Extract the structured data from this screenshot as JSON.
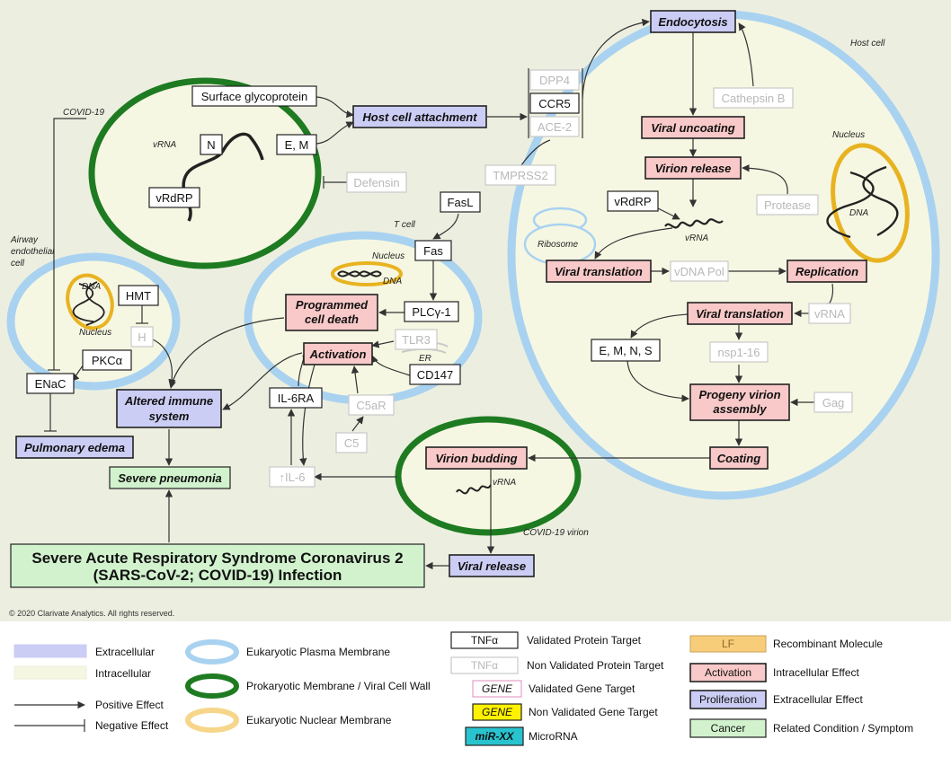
{
  "colors": {
    "bg_top": "#ecefe0",
    "cytoplasm": "#f6f7e2",
    "plasma_membrane": "#a9d2f1",
    "viral_membrane": "#1e7b21",
    "nuclear_membrane": "#e8b321",
    "extracellular_fill": "#cbcdf4",
    "intracellular_fill": "#f8c9c8",
    "condition_fill": "#d1f2cd",
    "gray_text": "#b8b8b8"
  },
  "labels": {
    "host_cell": "Host cell",
    "nucleus": "Nucleus",
    "t_cell": "T cell",
    "airway_cell": [
      "Airway",
      "endothelial",
      "cell"
    ],
    "covid19": "COVID-19",
    "covid_virion": "COVID-19 virion",
    "ribosome": "Ribosome",
    "er": "ER",
    "vrna": "vRNA",
    "dna": "DNA",
    "copyright": "© 2020 Clarivate Analytics.  All rights reserved."
  },
  "nodes": {
    "surface_glycoprotein": "Surface glycoprotein",
    "host_cell_attachment": "Host cell attachment",
    "n": "N",
    "em": "E, M",
    "vrdrp_virion": "vRdRP",
    "defensin": "Defensin",
    "dpp4": "DPP4",
    "ccr5": "CCR5",
    "ace2": "ACE-2",
    "tmprss2": "TMPRSS2",
    "endocytosis": "Endocytosis",
    "cathepsin_b": "Cathepsin B",
    "viral_uncoating": "Viral uncoating",
    "virion_release": "Virion release",
    "protease": "Protease",
    "vrdrp_host": "vRdRP",
    "viral_translation_1": "Viral translation",
    "vdna_pol": "vDNA Pol",
    "replication": "Replication",
    "viral_translation_2": "Viral translation",
    "vrna_node": "vRNA",
    "emns": "E, M, N, S",
    "nsp1_16": "nsp1-16",
    "progeny_line1": "Progeny virion",
    "progeny_line2": "assembly",
    "gag": "Gag",
    "coating": "Coating",
    "fasl": "FasL",
    "fas": "Fas",
    "plcy1": "PLCγ-1",
    "pcd_line1": "Programmed",
    "pcd_line2": "cell death",
    "tlr3": "TLR3",
    "activation": "Activation",
    "cd147": "CD147",
    "il6ra": "IL-6RA",
    "c5ar": "C5aR",
    "c5": "C5",
    "il6": "↑IL-6",
    "hmt": "HMT",
    "h": "H",
    "pkca": "PKCα",
    "enac": "ENaC",
    "ais_line1": "Altered immune",
    "ais_line2": "system",
    "pulmonary_edema": "Pulmonary edema",
    "severe_pneumonia": "Severe pneumonia",
    "virion_budding": "Virion budding",
    "viral_release": "Viral release",
    "sars_line1": "Severe Acute Respiratory Syndrome Coronavirus 2",
    "sars_line2": "(SARS-CoV-2; COVID-19) Infection"
  },
  "legend": {
    "extracellular": "Extracellular",
    "intracellular": "Intracellular",
    "positive_effect": "Positive Effect",
    "negative_effect": "Negative Effect",
    "eukaryotic_plasma": "Eukaryotic Plasma Membrane",
    "prokaryotic": "Prokaryotic Membrane  / Viral Cell Wall",
    "eukaryotic_nuclear": "Eukaryotic Nuclear Membrane",
    "sample_tnf": "TNFα",
    "validated_protein": "Validated  Protein Target",
    "sample_tnf_gray": "TNFα",
    "non_validated_protein": "Non Validated Protein Target",
    "sample_gene": "GENE",
    "validated_gene": "Validated  Gene Target",
    "sample_gene_yellow": "GENE",
    "non_validated_gene": "Non Validated Gene Target",
    "sample_mir": "miR-XX",
    "microrna": "MicroRNA",
    "sample_lf": "LF",
    "recombinant": "Recombinant Molecule",
    "sample_activation": "Activation",
    "intracellular_effect": "Intracellular Effect",
    "sample_proliferation": "Proliferation",
    "extracellular_effect": "Extracellular Effect",
    "sample_cancer": "Cancer",
    "related_condition": "Related Condition / Symptom"
  }
}
